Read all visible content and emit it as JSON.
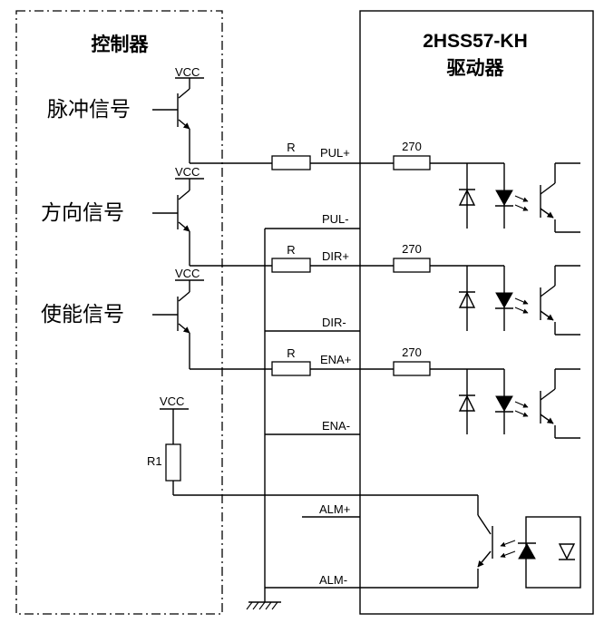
{
  "controller": {
    "title": "控制器"
  },
  "driver": {
    "model": "2HSS57-KH",
    "title": "驱动器"
  },
  "inputs": [
    {
      "signal": "脉冲信号",
      "vcc": "VCC",
      "resistor": "R",
      "plus": "PUL+",
      "minus": "PUL-",
      "driver_resistor": "270"
    },
    {
      "signal": "方向信号",
      "vcc": "VCC",
      "resistor": "R",
      "plus": "DIR+",
      "minus": "DIR-",
      "driver_resistor": "270"
    },
    {
      "signal": "使能信号",
      "vcc": "VCC",
      "resistor": "R",
      "plus": "ENA+",
      "minus": "ENA-",
      "driver_resistor": "270"
    }
  ],
  "alarm": {
    "vcc": "VCC",
    "resistor": "R1",
    "plus": "ALM+",
    "minus": "ALM-"
  }
}
